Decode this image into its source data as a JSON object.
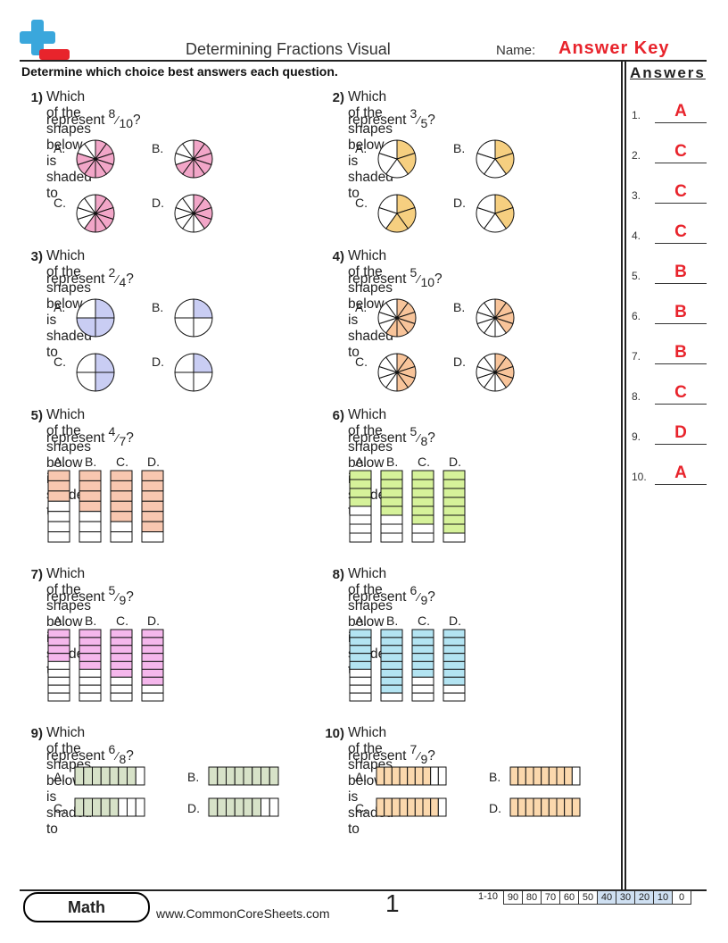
{
  "header": {
    "title": "Determining Fractions Visual",
    "name_label": "Name:",
    "answer_key": "Answer Key",
    "instructions": "Determine which choice best answers each question."
  },
  "answers_heading": "Answers",
  "answers": [
    {
      "num": "1.",
      "value": "A"
    },
    {
      "num": "2.",
      "value": "C"
    },
    {
      "num": "3.",
      "value": "C"
    },
    {
      "num": "4.",
      "value": "C"
    },
    {
      "num": "5.",
      "value": "B"
    },
    {
      "num": "6.",
      "value": "B"
    },
    {
      "num": "7.",
      "value": "B"
    },
    {
      "num": "8.",
      "value": "C"
    },
    {
      "num": "9.",
      "value": "D"
    },
    {
      "num": "10.",
      "value": "A"
    }
  ],
  "question_prompt": "Which of the shapes below is shaded to",
  "represent_word": "represent",
  "option_letters": [
    "A.",
    "B.",
    "C.",
    "D."
  ],
  "questions": [
    {
      "num": "1)",
      "numerator": "8",
      "denominator": "10",
      "type": "circle",
      "parts": 10,
      "color": "#f2a6c8",
      "shaded": [
        8,
        7,
        6,
        4
      ]
    },
    {
      "num": "2)",
      "numerator": "3",
      "denominator": "5",
      "type": "circle",
      "parts": 5,
      "color": "#f6cf80",
      "shaded": [
        2,
        2,
        3,
        2
      ]
    },
    {
      "num": "3)",
      "numerator": "2",
      "denominator": "4",
      "type": "circle",
      "parts": 4,
      "color": "#c9cdf3",
      "shaded": [
        3,
        1,
        2,
        1
      ]
    },
    {
      "num": "4)",
      "numerator": "5",
      "denominator": "10",
      "type": "circle",
      "parts": 10,
      "color": "#f8c49a",
      "shaded": [
        6,
        4,
        5,
        4
      ]
    },
    {
      "num": "5)",
      "numerator": "4",
      "denominator": "7",
      "type": "vbar",
      "parts": 7,
      "color": "#f8c7b0",
      "shaded": [
        3,
        4,
        5,
        6
      ]
    },
    {
      "num": "6)",
      "numerator": "5",
      "denominator": "8",
      "type": "vbar",
      "parts": 8,
      "color": "#d6f29a",
      "shaded": [
        4,
        5,
        6,
        7
      ]
    },
    {
      "num": "7)",
      "numerator": "5",
      "denominator": "9",
      "type": "vbar",
      "parts": 9,
      "color": "#f5b7ec",
      "shaded": [
        4,
        5,
        6,
        7
      ]
    },
    {
      "num": "8)",
      "numerator": "6",
      "denominator": "9",
      "type": "vbar",
      "parts": 9,
      "color": "#b3e4f2",
      "shaded": [
        5,
        8,
        6,
        7
      ]
    },
    {
      "num": "9)",
      "numerator": "6",
      "denominator": "8",
      "type": "hbar",
      "parts": 8,
      "color": "#d7e2c8",
      "shaded": [
        7,
        8,
        5,
        6
      ]
    },
    {
      "num": "10)",
      "numerator": "7",
      "denominator": "9",
      "type": "hbar",
      "parts": 9,
      "color": "#fbd8ad",
      "shaded": [
        7,
        8,
        8,
        9
      ]
    }
  ],
  "footer": {
    "subject": "Math",
    "website": "www.CommonCoreSheets.com",
    "page": "1",
    "score_label": "1-10",
    "scores": [
      "90",
      "80",
      "70",
      "60",
      "50",
      "40",
      "30",
      "20",
      "10",
      "0"
    ]
  }
}
